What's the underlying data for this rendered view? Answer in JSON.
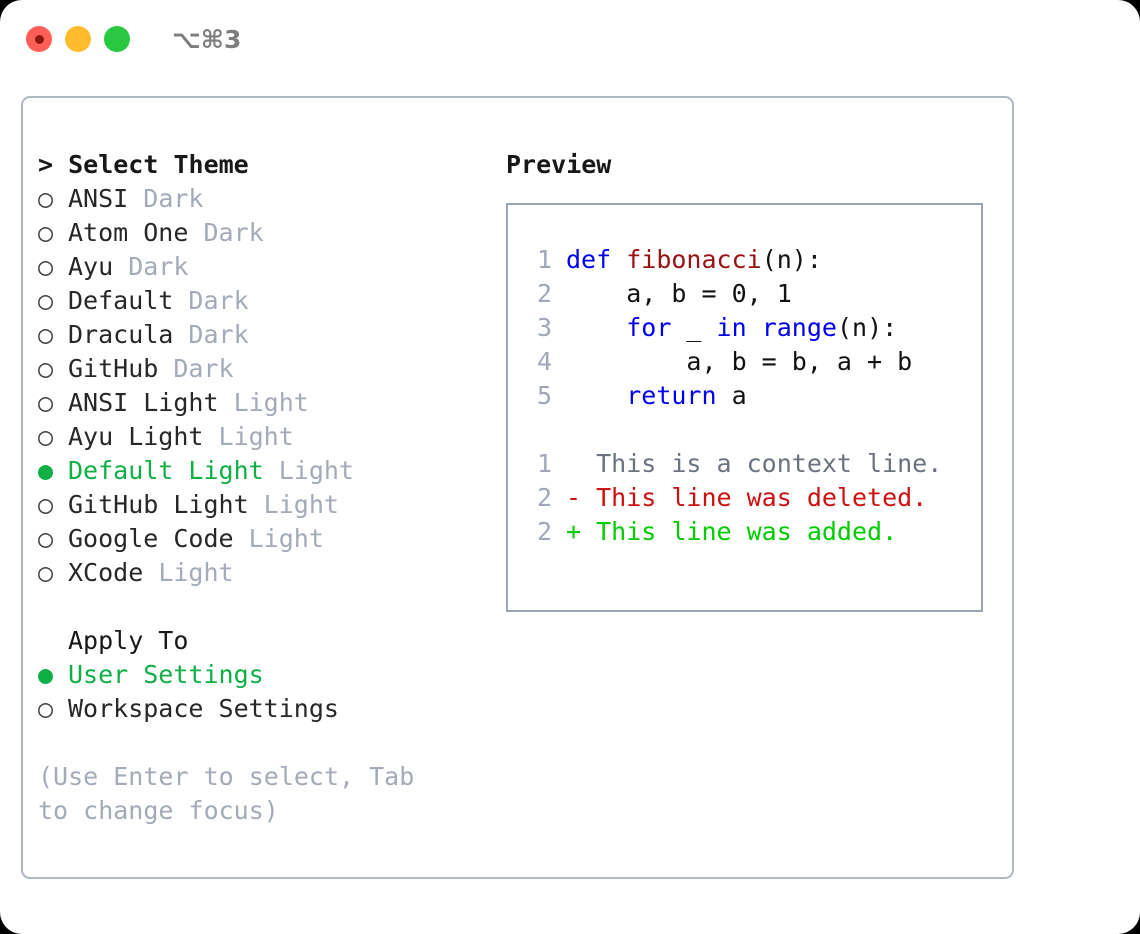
{
  "titlebar": {
    "shortcut": "⌥⌘3",
    "buttons": [
      {
        "name": "close",
        "color": "#ff5f57"
      },
      {
        "name": "minimize",
        "color": "#ffbd2e"
      },
      {
        "name": "maximize",
        "color": "#28c840"
      }
    ]
  },
  "theme_picker": {
    "heading": "> Select Theme",
    "marker_unselected": "○",
    "marker_selected": "●",
    "items": [
      {
        "marker": "○",
        "name": "ANSI",
        "kind": "Dark",
        "selected": false
      },
      {
        "marker": "○",
        "name": "Atom One",
        "kind": "Dark",
        "selected": false
      },
      {
        "marker": "○",
        "name": "Ayu",
        "kind": "Dark",
        "selected": false
      },
      {
        "marker": "○",
        "name": "Default",
        "kind": "Dark",
        "selected": false
      },
      {
        "marker": "○",
        "name": "Dracula",
        "kind": "Dark",
        "selected": false
      },
      {
        "marker": "○",
        "name": "GitHub",
        "kind": "Dark",
        "selected": false
      },
      {
        "marker": "○",
        "name": "ANSI Light",
        "kind": "Light",
        "selected": false
      },
      {
        "marker": "○",
        "name": "Ayu Light",
        "kind": "Light",
        "selected": false
      },
      {
        "marker": "●",
        "name": "Default Light",
        "kind": "Light",
        "selected": true
      },
      {
        "marker": "○",
        "name": "GitHub Light",
        "kind": "Light",
        "selected": false
      },
      {
        "marker": "○",
        "name": "Google Code",
        "kind": "Light",
        "selected": false
      },
      {
        "marker": "○",
        "name": "XCode",
        "kind": "Light",
        "selected": false
      }
    ]
  },
  "apply_to": {
    "heading": "Apply To",
    "items": [
      {
        "marker": "●",
        "name": "User Settings",
        "selected": true
      },
      {
        "marker": "○",
        "name": "Workspace Settings",
        "selected": false
      }
    ]
  },
  "hint": "(Use Enter to select, Tab to change focus)",
  "preview": {
    "title": "Preview",
    "code_lines": [
      {
        "num": "1",
        "tokens": [
          {
            "t": "def",
            "c": "kw"
          },
          {
            "t": " ",
            "c": "plain"
          },
          {
            "t": "fibonacci",
            "c": "fn"
          },
          {
            "t": "(n):",
            "c": "plain"
          }
        ]
      },
      {
        "num": "2",
        "tokens": [
          {
            "t": "    a, b = 0, 1",
            "c": "plain"
          }
        ]
      },
      {
        "num": "3",
        "tokens": [
          {
            "t": "    ",
            "c": "plain"
          },
          {
            "t": "for",
            "c": "kw"
          },
          {
            "t": " _ ",
            "c": "plain"
          },
          {
            "t": "in",
            "c": "kw"
          },
          {
            "t": " ",
            "c": "plain"
          },
          {
            "t": "range",
            "c": "kw"
          },
          {
            "t": "(n):",
            "c": "plain"
          }
        ]
      },
      {
        "num": "4",
        "tokens": [
          {
            "t": "        a, b = b, a + b",
            "c": "plain"
          }
        ]
      },
      {
        "num": "5",
        "tokens": [
          {
            "t": "    ",
            "c": "plain"
          },
          {
            "t": "return",
            "c": "kw"
          },
          {
            "t": " a",
            "c": "plain"
          }
        ]
      }
    ],
    "diff_lines": [
      {
        "num": "1",
        "text": "  This is a context line.",
        "kind": "ctx"
      },
      {
        "num": "2",
        "text": "- This line was deleted.",
        "kind": "del"
      },
      {
        "num": "2",
        "text": "+ This line was added.",
        "kind": "add"
      }
    ]
  },
  "colors": {
    "accent_green": "#0faf46",
    "muted": "#a3aab8",
    "keyword": "#0000ee",
    "function": "#991111",
    "diff_deleted": "#cc1111",
    "diff_added": "#00cc00",
    "panel_border": "#aeb7c4"
  }
}
